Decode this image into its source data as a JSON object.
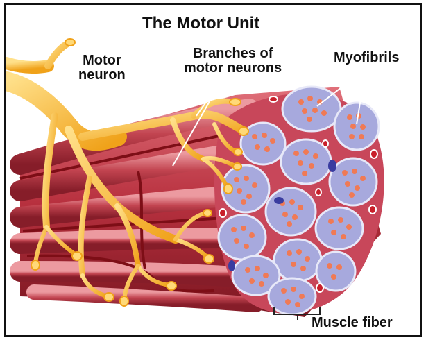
{
  "diagram": {
    "title": "The Motor Unit",
    "labels": {
      "motor_neuron_line1": "Motor",
      "motor_neuron_line2": "neuron",
      "branches_line1": "Branches of",
      "branches_line2": "motor neurons",
      "myofibrils": "Myofibrils",
      "muscle_fiber": "Muscle fiber"
    }
  },
  "colors": {
    "frame_border": "#111111",
    "muscle_red": "#b8313f",
    "muscle_dark": "#7a1620",
    "neuron_yellow": "#f6b32a",
    "neuron_light": "#ffd978",
    "fiber_purple": "#9fa3d8",
    "myofibril_orange": "#f07a55",
    "label_text": "#111111"
  }
}
